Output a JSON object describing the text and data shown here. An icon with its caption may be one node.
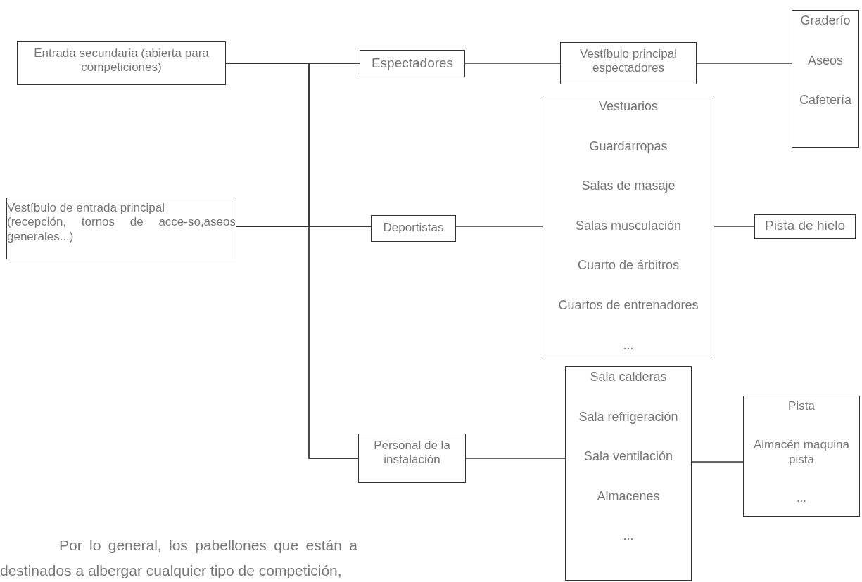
{
  "diagram": {
    "nodes": [
      {
        "text": [
          "Entrada secundaria (abierta para competiciones)"
        ]
      },
      {
        "text": [
          "Espectadores"
        ]
      },
      {
        "text": [
          "Vestíbulo principal espectadores"
        ]
      },
      {
        "text": [
          "Graderío",
          "Aseos",
          "Cafetería"
        ]
      },
      {
        "text": [
          "Vestuarios",
          "Guardarropas",
          "Salas de masaje",
          "Salas musculación",
          "Cuarto de árbitros",
          "Cuartos de entrenadores",
          "..."
        ]
      },
      {
        "text": [
          "Vestíbulo de entrada principal",
          "(recepción, tornos de acce-so,aseos generales...)"
        ]
      },
      {
        "text": [
          "Deportistas"
        ]
      },
      {
        "text": [
          "Pista de hielo"
        ]
      },
      {
        "text": [
          "Personal de la instalación"
        ]
      },
      {
        "text": [
          "Sala calderas",
          "Sala refrigeración",
          "Sala ventilación",
          "Almacenes",
          "..."
        ]
      },
      {
        "text": [
          "Pista",
          "Almacén maquina pista",
          "..."
        ]
      }
    ],
    "edges": [
      {
        "from": 0,
        "to": 1,
        "arrow": "none"
      },
      {
        "from": 0,
        "to": 6,
        "arrow": "none"
      },
      {
        "from": 0,
        "to": 8,
        "arrow": "none"
      },
      {
        "from": 5,
        "to": 1,
        "arrow": "none"
      },
      {
        "from": 5,
        "to": 6,
        "arrow": "none"
      },
      {
        "from": 5,
        "to": 8,
        "arrow": "none"
      },
      {
        "from": 1,
        "to": 2,
        "arrow": "none"
      },
      {
        "from": 2,
        "to": 3,
        "arrow": "none"
      },
      {
        "from": 6,
        "to": 4,
        "arrow": "none"
      },
      {
        "from": 4,
        "to": 7,
        "arrow": "none"
      },
      {
        "from": 8,
        "to": 9,
        "arrow": "none"
      },
      {
        "from": 9,
        "to": 10,
        "arrow": "none"
      }
    ],
    "labels": [
      "Por lo general, los pabellones que están a destinados a albergar cualquier tipo de competición,"
    ]
  }
}
